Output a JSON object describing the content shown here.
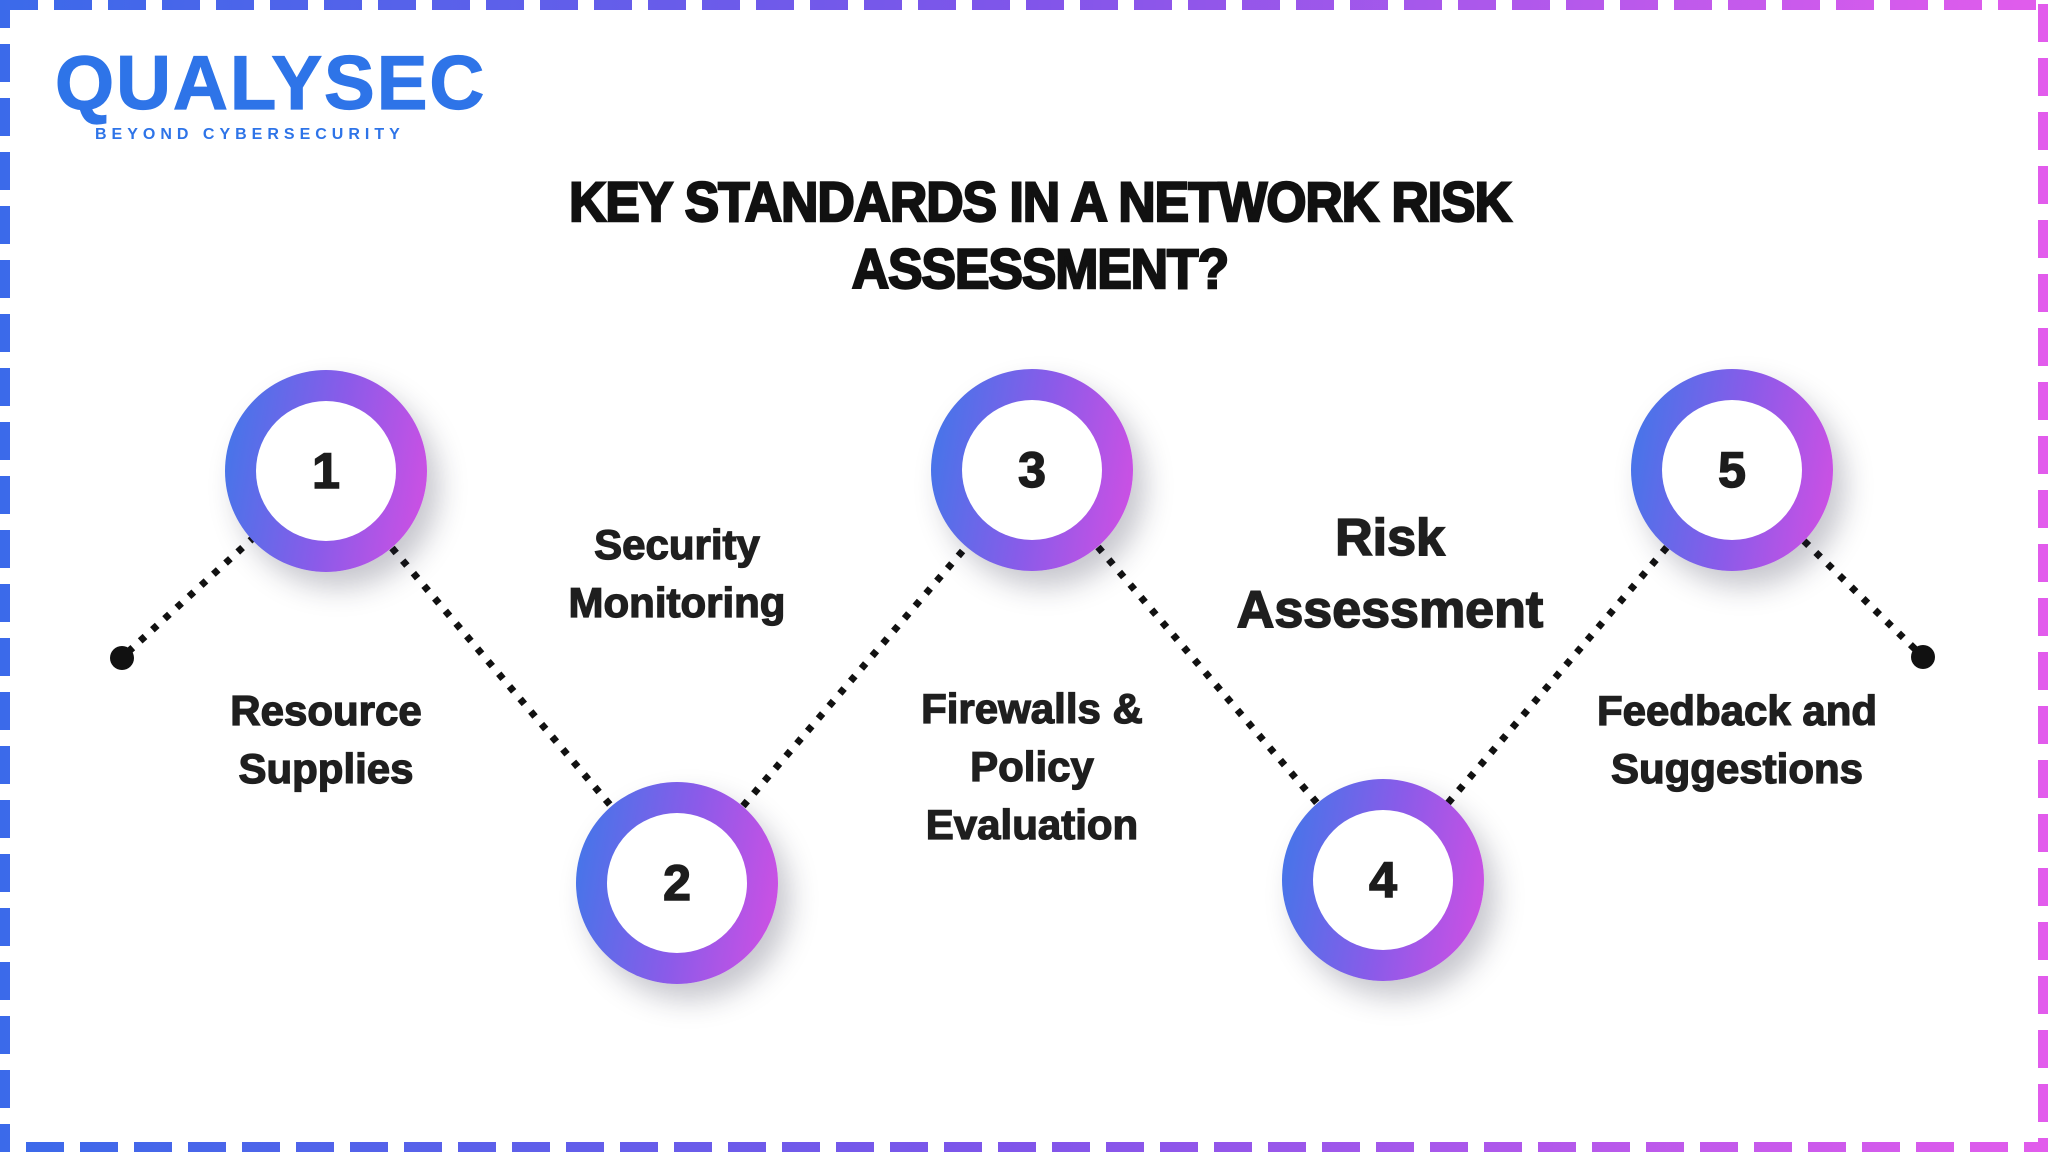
{
  "brand": {
    "name": "QUALYSEC",
    "tagline": "BEYOND CYBERSECURITY",
    "color": "#2E74E8"
  },
  "title": {
    "text": "KEY STANDARDS IN A NETWORK RISK\nASSESSMENT?"
  },
  "steps": [
    {
      "number": "1",
      "label": "Resource\nSupplies"
    },
    {
      "number": "2",
      "label": "Security\nMonitoring"
    },
    {
      "number": "3",
      "label": "Firewalls &\nPolicy\nEvaluation"
    },
    {
      "number": "4",
      "label": "Risk\nAssessment"
    },
    {
      "number": "5",
      "label": "Feedback and\nSuggestions"
    }
  ],
  "colors": {
    "background": "#FFFFFF",
    "text": "#1A1A1A",
    "ring_gradient_start": "#3E78E9",
    "ring_gradient_mid": "#8A5BE9",
    "ring_gradient_end": "#D44FE3",
    "border_gradient_start": "#3B6AEA",
    "border_gradient_mid": "#8055EA",
    "border_gradient_end": "#E25CEC",
    "connector_dots": "#111111"
  }
}
